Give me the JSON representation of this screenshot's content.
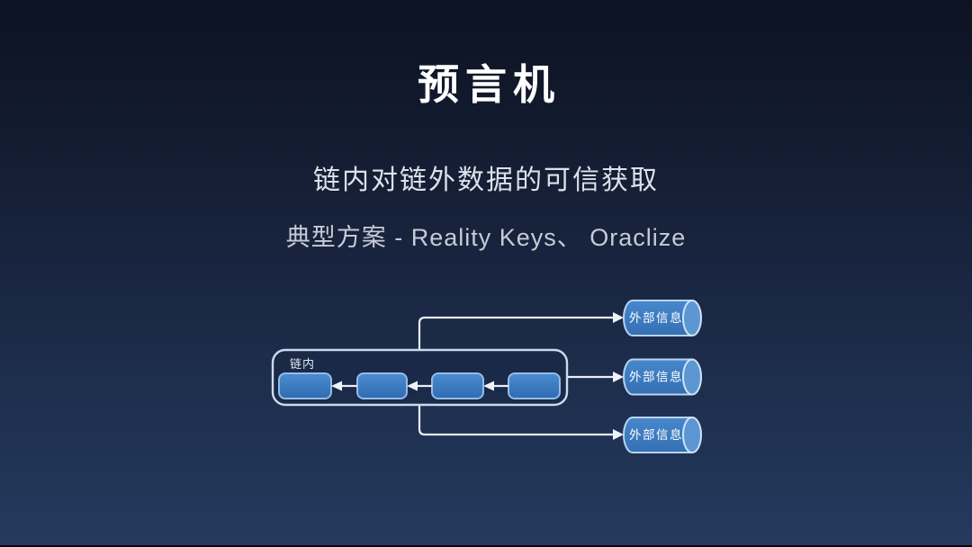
{
  "slide": {
    "title": "预言机",
    "subtitle": "链内对链外数据的可信获取",
    "solutions": "典型方案 - Reality Keys、 Oraclize"
  },
  "diagram": {
    "onchain_label": "链内",
    "cylinders": [
      {
        "label": "外部信息"
      },
      {
        "label": "外部信息"
      },
      {
        "label": "外部信息"
      }
    ],
    "colors": {
      "background_top": "#0d1322",
      "background_bottom": "#243a5e",
      "block_fill": "#3a7bc1",
      "block_border": "#93bce6",
      "container_border": "#ccdaee",
      "connector_line": "#e9eef6",
      "cylinder_body": "#3c7dc4",
      "cylinder_cap": "#5d97d3",
      "label_text": "#ffffff"
    }
  }
}
